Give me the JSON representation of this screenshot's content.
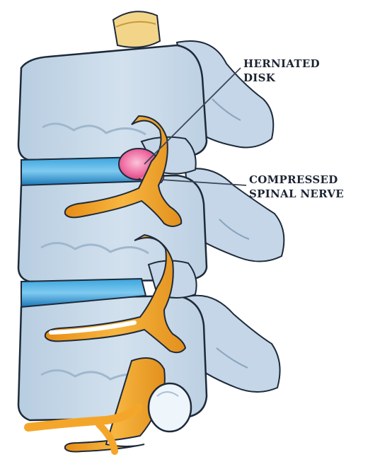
{
  "labels": {
    "herniated": {
      "line1": "HERNIATED",
      "line2": "DISK"
    },
    "compressed": {
      "line1": "COMPRESSED",
      "line2": "SPINAL NERVE"
    }
  },
  "colors": {
    "bone_fill": "#c9d9e8",
    "bone_shadow": "#9fb7cd",
    "outline": "#1e2a3a",
    "disc_blue": "#1e88c7",
    "disc_light": "#6cc0ea",
    "nerve_orange": "#f4a62a",
    "nerve_highlight": "#ffd27a",
    "hernia_pink": "#e7478a",
    "hernia_light": "#f7a6c6",
    "disc_top_fill": "#f3d58a",
    "leader_line": "#3a4658"
  }
}
